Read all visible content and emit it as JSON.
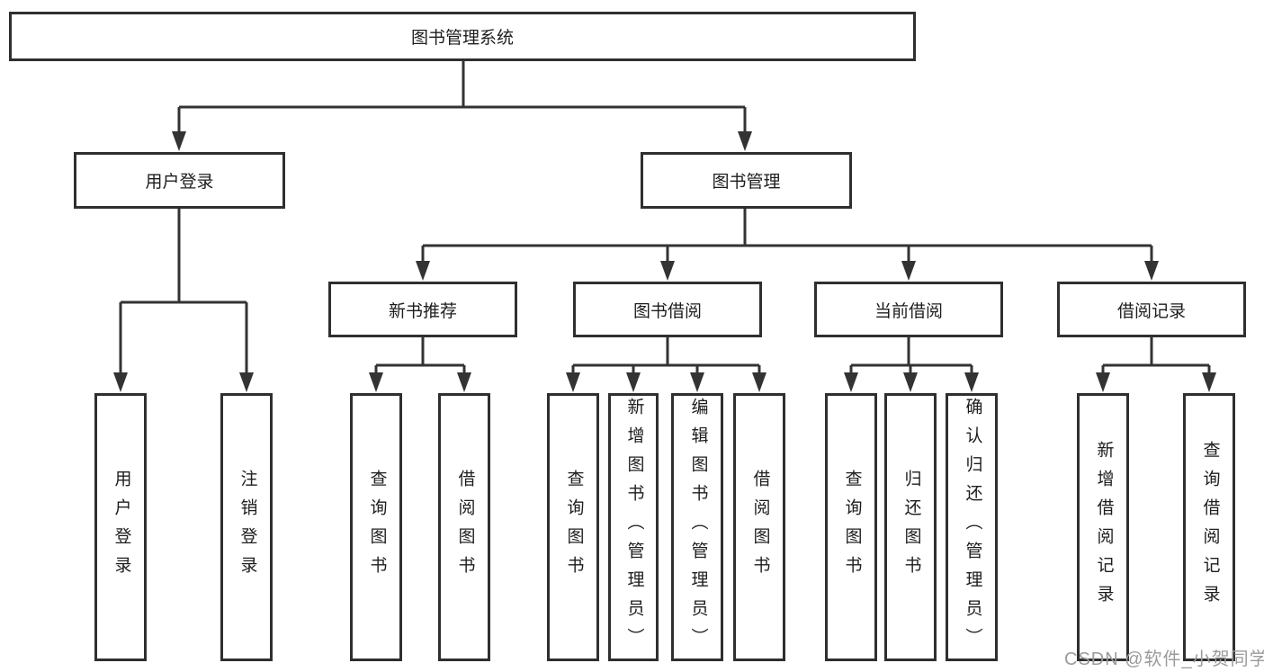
{
  "tree": {
    "root": "图书管理系统",
    "branches": [
      {
        "label": "用户登录",
        "children": [
          "用户登录",
          "注销登录"
        ]
      },
      {
        "label": "图书管理",
        "children": [
          {
            "label": "新书推荐",
            "children": [
              "查询图书",
              "借阅图书"
            ]
          },
          {
            "label": "图书借阅",
            "children": [
              "查询图书",
              "新增图书（管理员）",
              "编辑图书（管理员）",
              "借阅图书"
            ]
          },
          {
            "label": "当前借阅",
            "children": [
              "查询图书",
              "归还图书",
              "确认归还（管理员）"
            ]
          },
          {
            "label": "借阅记录",
            "children": [
              "新增借阅记录",
              "查询借阅记录"
            ]
          }
        ]
      }
    ]
  },
  "watermark": {
    "text": "CSDN @软件_小贺同学"
  },
  "colors": {
    "line": "#333333",
    "box_border": "#2f2f2f",
    "text": "#1d1d1d",
    "watermark": "#9b9b9b",
    "background": "#ffffff"
  }
}
